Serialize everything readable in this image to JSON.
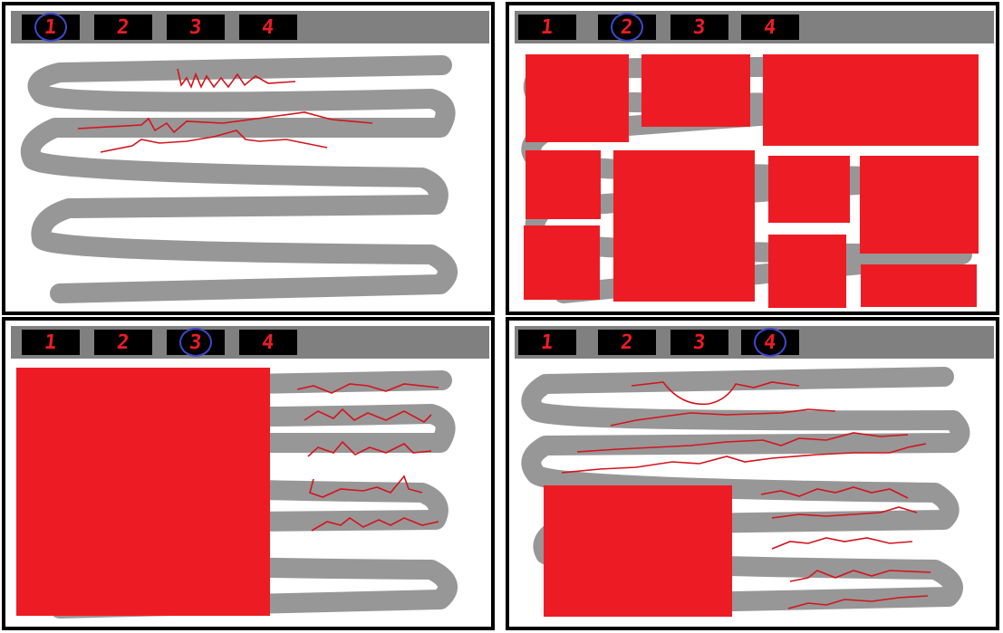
{
  "colors": {
    "background": "#ffffff",
    "frame": "#000000",
    "tabbar": "#808080",
    "tab_bg": "#000000",
    "tab_text": "#ec1c24",
    "selected_ring": "#3f48cc",
    "path": "#8c8c8c",
    "block": "#ed1c24",
    "scribble": "#d4141c"
  },
  "panels": [
    {
      "tabs": [
        "1",
        "2",
        "3",
        "4"
      ],
      "selected": 0
    },
    {
      "tabs": [
        "1",
        "2",
        "3",
        "4"
      ],
      "selected": 1
    },
    {
      "tabs": [
        "1",
        "2",
        "3",
        "4"
      ],
      "selected": 2
    },
    {
      "tabs": [
        "1",
        "2",
        "3",
        "4"
      ],
      "selected": 3
    }
  ]
}
